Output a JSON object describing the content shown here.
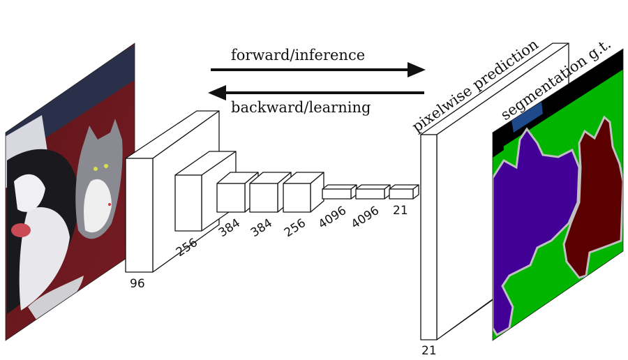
{
  "arrows": {
    "forward_label": "forward/inference",
    "backward_label": "backward/learning"
  },
  "layers": [
    {
      "id": "conv1",
      "label": "96"
    },
    {
      "id": "conv2",
      "label": "256"
    },
    {
      "id": "conv3",
      "label": "384"
    },
    {
      "id": "conv4",
      "label": "384"
    },
    {
      "id": "conv5",
      "label": "256"
    },
    {
      "id": "fc6",
      "label": "4096"
    },
    {
      "id": "fc7",
      "label": "4096"
    },
    {
      "id": "fc8",
      "label": "21"
    }
  ],
  "output": {
    "label": "pixelwise prediction",
    "channels": "21"
  },
  "ground_truth": {
    "label": "segmentation g.t."
  },
  "colors": {
    "gt_background": "#00b400",
    "gt_void": "#000000",
    "gt_dog": "#420096",
    "gt_cat": "#5a0000",
    "gt_boundary": "#c0c0c0",
    "gt_patch": "#1e4a8c"
  }
}
